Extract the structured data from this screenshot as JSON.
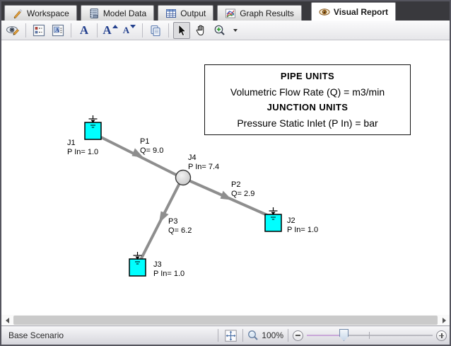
{
  "tabs": [
    {
      "label": "Workspace",
      "active": false
    },
    {
      "label": "Model Data",
      "active": false
    },
    {
      "label": "Output",
      "active": false
    },
    {
      "label": "Graph Results",
      "active": false
    },
    {
      "label": "Visual Report",
      "active": true
    }
  ],
  "toolbar": {
    "tools": [
      "visual-report-options",
      "display-options",
      "text-settings",
      "font",
      "font-increase",
      "font-decrease",
      "copy",
      "select",
      "pan",
      "zoom-in"
    ],
    "active_tool": "select"
  },
  "legend": {
    "pipe_units_title": "PIPE UNITS",
    "pipe_units_line": "Volumetric Flow Rate (Q) = m3/min",
    "junction_units_title": "JUNCTION UNITS",
    "junction_units_line": "Pressure Static Inlet (P In) = bar"
  },
  "canvas": {
    "junctions": [
      {
        "id": "J1",
        "value": "P In= 1.0",
        "type": "reservoir"
      },
      {
        "id": "J4",
        "value": "P In= 7.4",
        "type": "branch"
      },
      {
        "id": "J2",
        "value": "P In= 1.0",
        "type": "reservoir"
      },
      {
        "id": "J3",
        "value": "P In= 1.0",
        "type": "reservoir"
      }
    ],
    "pipes": [
      {
        "id": "P1",
        "value": "Q= 9.0"
      },
      {
        "id": "P2",
        "value": "Q= 2.9"
      },
      {
        "id": "P3",
        "value": "Q= 6.2"
      }
    ]
  },
  "statusbar": {
    "scenario": "Base Scenario",
    "zoom": "100%"
  },
  "colors": {
    "reservoir": "#00ffff",
    "pipe": "#8e8e8e",
    "junction_fill": "#d9d9d9"
  }
}
